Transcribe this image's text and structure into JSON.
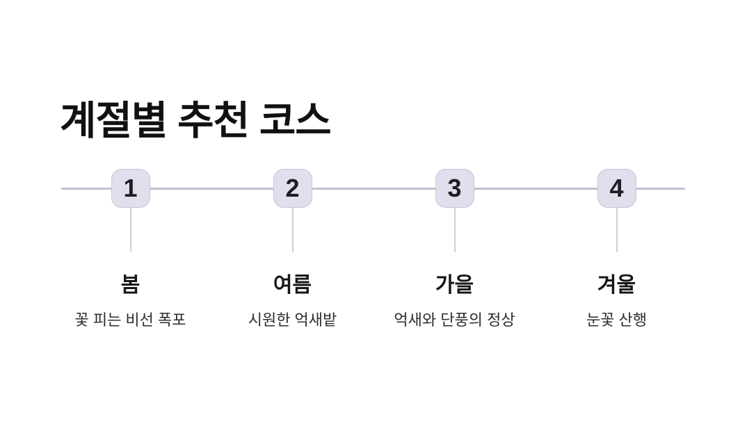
{
  "page": {
    "title": "계절별 추천 코스"
  },
  "timeline": {
    "items": [
      {
        "number": "1",
        "season": "봄",
        "description": "꽃 피는 비선 폭포"
      },
      {
        "number": "2",
        "season": "여름",
        "description": "시원한 억새밭"
      },
      {
        "number": "3",
        "season": "가을",
        "description": "억새와 단풍의 정상"
      },
      {
        "number": "4",
        "season": "겨울",
        "description": "눈꽃 산행"
      }
    ]
  },
  "theme": {
    "page_bg": "#ffffff",
    "title_text": "#111113",
    "axis_line": "#c3c0d2",
    "connector_line": "#cfccdf",
    "node_bg": "#e1dfee",
    "node_border": "#c7c3d8",
    "number_text": "#1e1e23",
    "season_text": "#17171a",
    "description_text": "#2d2d31"
  }
}
